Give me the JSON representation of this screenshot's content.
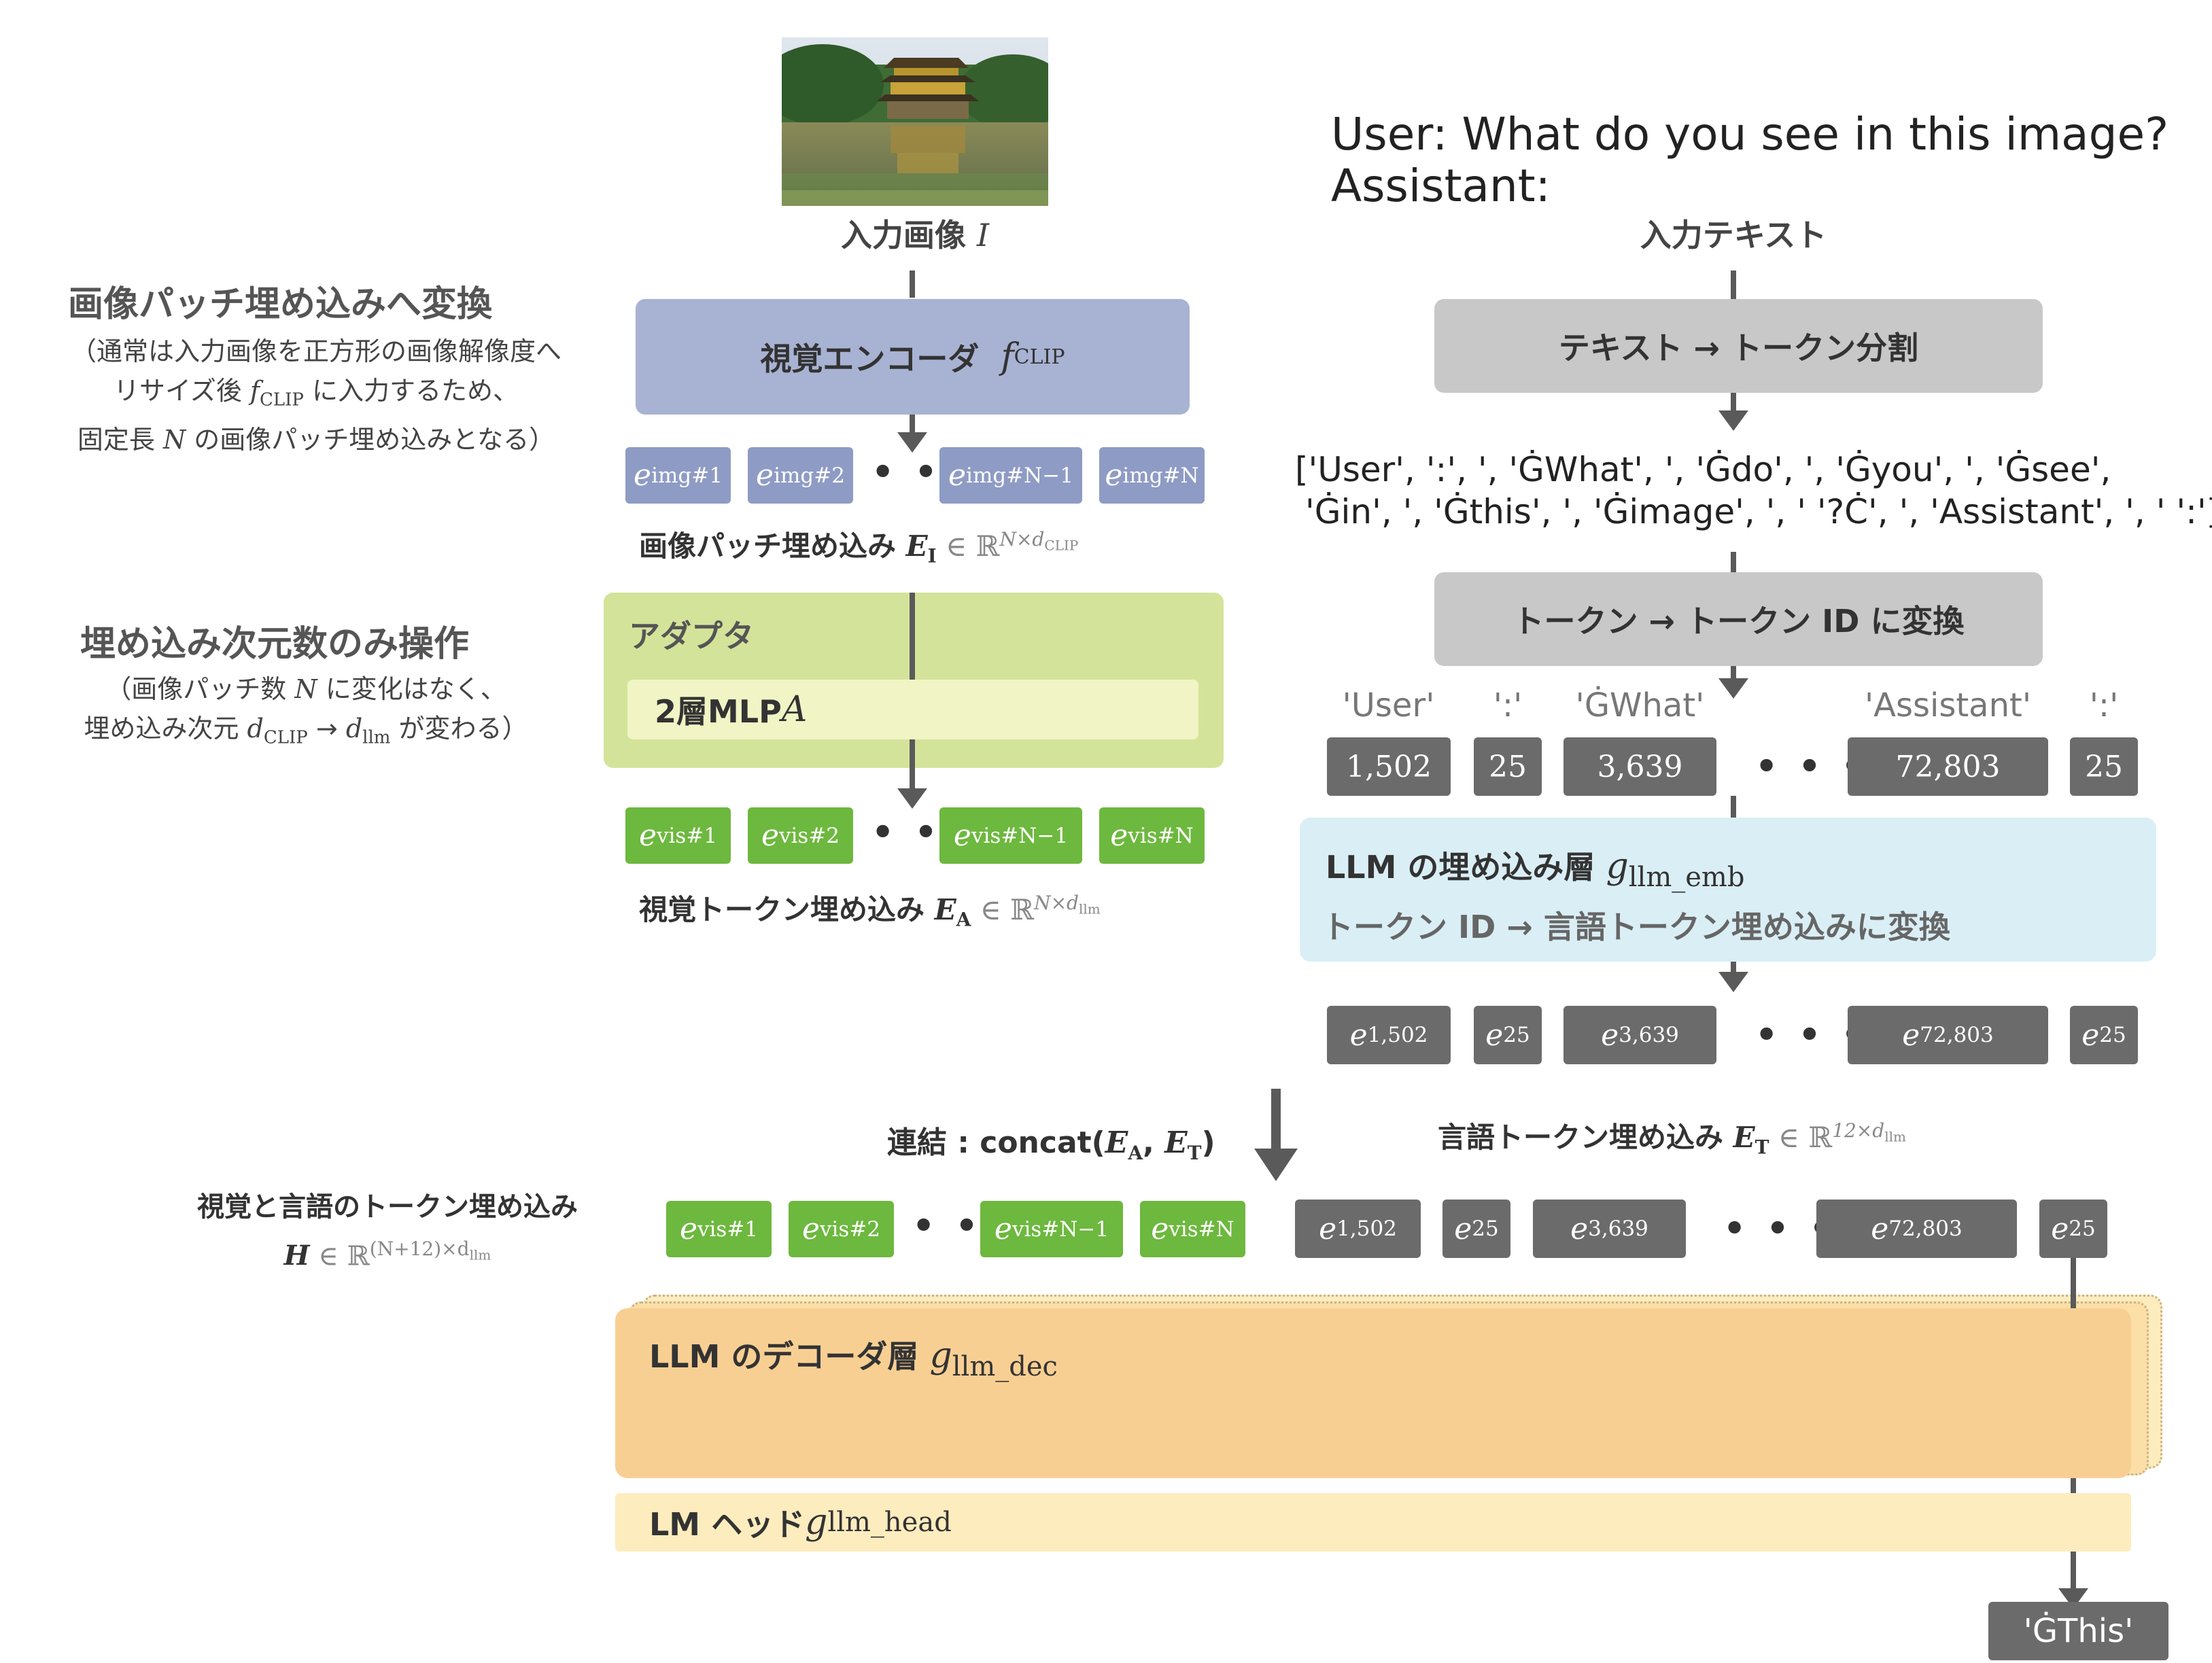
{
  "left_notes": {
    "n1_title": "画像パッチ埋め込みへ変換",
    "n1_l1": "（通常は入力画像を正方形の画像解像度へ",
    "n1_l2a": "リサイズ後 ",
    "n1_l2_math": "f",
    "n1_l2_sub": "CLIP",
    "n1_l2b": " に入力するため、",
    "n1_l3a": "固定長 ",
    "n1_l3_math": "N",
    "n1_l3b": " の画像パッチ埋め込みとなる）",
    "n2_title": "埋め込み次元数のみ操作",
    "n2_l1a": "（画像パッチ数 ",
    "n2_l1_math": "N",
    "n2_l1b": " に変化はなく、",
    "n2_l2a": "埋め込み次元 ",
    "n2_l2_d1": "d",
    "n2_l2_s1": "CLIP",
    "n2_l2_arrow": " → ",
    "n2_l2_d2": "d",
    "n2_l2_s2": "llm",
    "n2_l2b": " が変わる）",
    "n3_l1": "視覚と言語のトークン埋め込み",
    "n3_l2_math": "H",
    "n3_l2_rest": " ∈ ℝ",
    "n3_l2_sup": "(N+12)×d",
    "n3_l2_supsub": "llm"
  },
  "image": {
    "caption": "入力画像",
    "caption_math": "I"
  },
  "encoder": {
    "label": "視覚エンコーダ",
    "f": "f",
    "sub": "CLIP"
  },
  "img_tokens": [
    {
      "e": "e",
      "sub": "img#1"
    },
    {
      "e": "e",
      "sub": "img#2"
    },
    {
      "e": "e",
      "sub": "img#N−1"
    },
    {
      "e": "e",
      "sub": "img#N"
    }
  ],
  "img_patch_label": {
    "text": "画像パッチ埋め込み ",
    "math": "E",
    "sub": "I",
    "rest": " ∈ ℝ",
    "sup": "N×d",
    "supsub": "CLIP"
  },
  "adapter": {
    "title": "アダプタ",
    "inner": "2層MLP ",
    "inner_math": "A"
  },
  "vis_tokens": [
    {
      "e": "e",
      "sub": "vis#1"
    },
    {
      "e": "e",
      "sub": "vis#2"
    },
    {
      "e": "e",
      "sub": "vis#N−1"
    },
    {
      "e": "e",
      "sub": "vis#N"
    }
  ],
  "vis_label": {
    "text": "視覚トークン埋め込み ",
    "math": "E",
    "sub": "A",
    "rest": " ∈ ℝ",
    "sup": "N×d",
    "supsub": "llm"
  },
  "dots": "• • •",
  "text_input": {
    "line1": "User: What do you see in this image?",
    "line2": "Assistant:",
    "caption": "入力テキスト"
  },
  "tokenize_box": "テキスト → トークン分割",
  "token_list": {
    "line1": "['User', ':', ', 'ĠWhat', ', 'Ġdo', ', 'Ġyou', ', 'Ġsee',",
    "line2": "'Ġin', ', 'Ġthis', ', 'Ġimage', ', ' '?Ċ', ', 'Assistant', ', ' ':']"
  },
  "to_id_box": "トークン → トークン ID に変換",
  "id_labels": [
    "'User'",
    "':'",
    "'ĠWhat'",
    "'Assistant'",
    "':'"
  ],
  "id_values": [
    "1,502",
    "25",
    "3,639",
    "72,803",
    "25"
  ],
  "emb_layer": {
    "title_a": "LLM の埋め込み層 ",
    "title_g": "g",
    "title_sub": "llm_emb",
    "desc": "トークン ID → 言語トークン埋め込みに変換"
  },
  "lang_tokens": [
    {
      "e": "e",
      "sub": "1,502"
    },
    {
      "e": "e",
      "sub": "25"
    },
    {
      "e": "e",
      "sub": "3,639"
    },
    {
      "e": "e",
      "sub": "72,803"
    },
    {
      "e": "e",
      "sub": "25"
    }
  ],
  "concat_label": {
    "text": "連結 : concat(",
    "m1": "E",
    "s1": "A",
    "comma": ", ",
    "m2": "E",
    "s2": "T",
    "close": ")"
  },
  "lang_label": {
    "text": "言語トークン埋め込み ",
    "math": "E",
    "sub": "T",
    "rest": " ∈ ℝ",
    "sup": "12×d",
    "supsub": "llm"
  },
  "decoder": {
    "title_a": "LLM のデコーダ層 ",
    "g": "g",
    "sub": "llm_dec"
  },
  "lm_head": {
    "title_a": "LM ヘッド ",
    "g": "g",
    "sub": "llm_head"
  },
  "output_token": "'ĠThis'",
  "colors": {
    "encoder": "#a8b2d3",
    "token_blue": "#8e9bc4",
    "adapter_outer": "#d4e39a",
    "adapter_inner": "#f1f4c4",
    "token_green": "#6db83e",
    "gray_box": "#c8c8c8",
    "token_gray": "#6b6b6b",
    "emb_layer": "#daeef5",
    "decoder": "#f8cf93",
    "lm_head": "#fdecbe"
  }
}
